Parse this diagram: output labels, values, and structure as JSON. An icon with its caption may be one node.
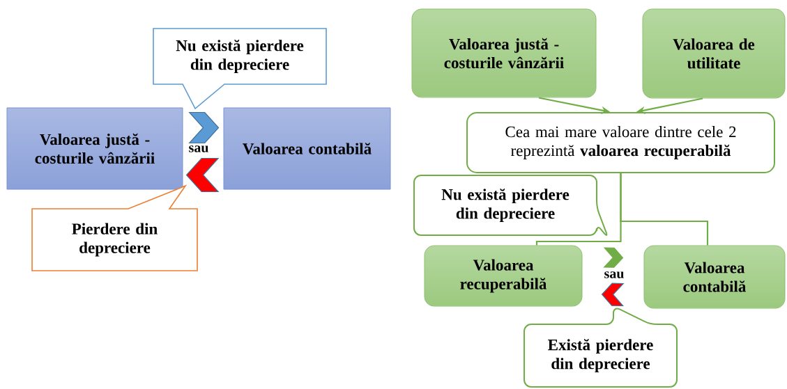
{
  "diagram": {
    "nodes": [
      {
        "text": [
          "Valoarea justă - costurile vânzării"
        ]
      },
      {
        "text": [
          "Valoarea contabilă"
        ]
      },
      {
        "text": [
          "Nu există pierdere din depreciere"
        ]
      },
      {
        "text": [
          "Pierdere din depreciere"
        ]
      },
      {
        "text": [
          "Valoarea justă - costurile vânzării"
        ]
      },
      {
        "text": [
          "Valoarea de utilitate"
        ]
      },
      {
        "text": [
          "Cea mai mare valoare dintre cele 2 reprezintă **valoarea recuperabilă**"
        ]
      },
      {
        "text": [
          "Nu există pierdere din depreciere"
        ]
      },
      {
        "text": [
          "Valoarea recuperabilă"
        ]
      },
      {
        "text": [
          "Valoarea contabilă"
        ]
      },
      {
        "text": [
          "Există pierdere din depreciere"
        ]
      }
    ],
    "edges": [
      {
        "from": 0,
        "to": 1,
        "arrow": "to",
        "style": "thick",
        "color": "#5b9bd5"
      },
      {
        "from": 1,
        "to": 0,
        "arrow": "to",
        "style": "thick",
        "color": "#ff0000"
      },
      {
        "from": 4,
        "to": 6,
        "arrow": "to"
      },
      {
        "from": 5,
        "to": 6,
        "arrow": "to"
      },
      {
        "from": 6,
        "to": 8,
        "arrow": "none"
      },
      {
        "from": 6,
        "to": 9,
        "arrow": "none"
      },
      {
        "from": 8,
        "to": 9,
        "arrow": "to",
        "style": "thick"
      },
      {
        "from": 9,
        "to": 8,
        "arrow": "to",
        "style": "thick",
        "color": "#ff0000"
      }
    ],
    "labels": [
      "sau",
      "sau"
    ]
  }
}
